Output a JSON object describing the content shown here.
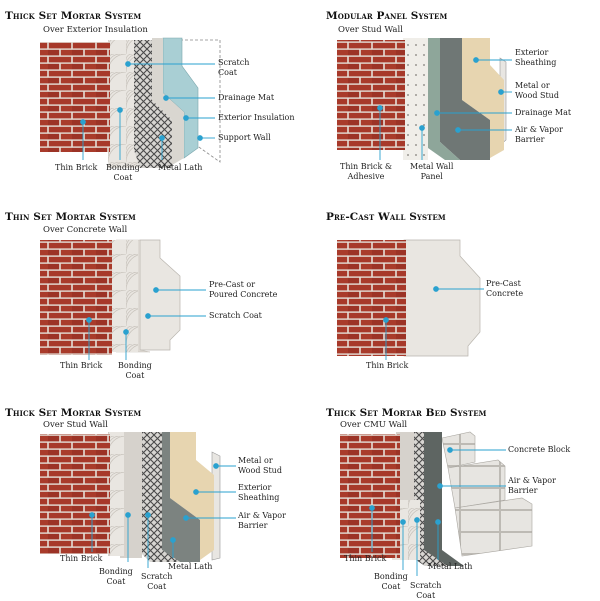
{
  "colors": {
    "brick": "#a7392a",
    "mortar": "#e7e2dc",
    "callout": "#2aa1cf",
    "insulation": "#a9cfd4",
    "sheathing": "#e7d5b0",
    "lath": "#555555",
    "concrete": "#e9e6e1"
  },
  "panels": [
    {
      "title": "Thick Set Mortar System",
      "subtitle": "Over Exterior Insulation",
      "labels": [
        "Scratch\nCoat",
        "Drainage Mat",
        "Exterior Insulation",
        "Support Wall",
        "Thin Brick",
        "Bonding\nCoat",
        "Metal Lath"
      ]
    },
    {
      "title": "Modular Panel System",
      "subtitle": "Over Stud Wall",
      "labels": [
        "Exterior\nSheathing",
        "Metal or\nWood Stud",
        "Drainage Mat",
        "Air & Vapor\nBarrier",
        "Thin Brick &\nAdhesive",
        "Metal Wall\nPanel"
      ]
    },
    {
      "title": "Thin Set Mortar System",
      "subtitle": "Over Concrete Wall",
      "labels": [
        "Pre-Cast or\nPoured Concrete",
        "Scratch Coat",
        "Thin Brick",
        "Bonding\nCoat"
      ]
    },
    {
      "title": "Pre-Cast Wall System",
      "subtitle": "",
      "labels": [
        "Pre-Cast\nConcrete",
        "Thin Brick"
      ]
    },
    {
      "title": "Thick Set Mortar System",
      "subtitle": "Over Stud Wall",
      "labels": [
        "Metal or\nWood Stud",
        "Exterior\nSheathing",
        "Air & Vapor\nBarrier",
        "Thin Brick",
        "Bonding\nCoat",
        "Scratch\nCoat",
        "Metal Lath"
      ]
    },
    {
      "title": "Thick Set Mortar Bed System",
      "subtitle": "Over CMU Wall",
      "labels": [
        "Concrete Block",
        "Air & Vapor\nBarrier",
        "Thin Brick",
        "Bonding\nCoat",
        "Scratch\nCoat",
        "Metal Lath"
      ]
    }
  ]
}
